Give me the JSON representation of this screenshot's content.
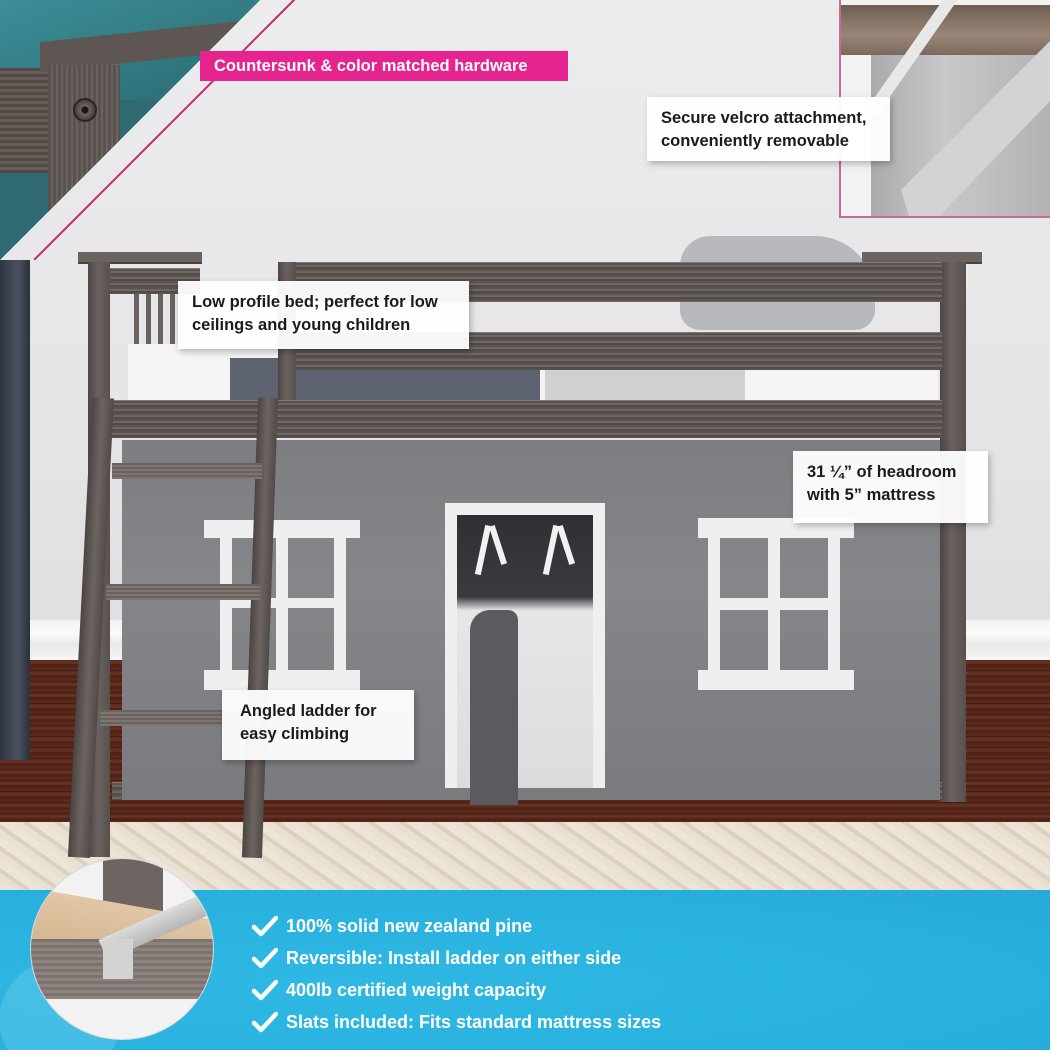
{
  "product": {
    "type": "low loft bed with curtain tent"
  },
  "callouts": {
    "hardware": "Countersunk & color matched hardware",
    "velcro_line1": "Secure velcro attachment,",
    "velcro_line2": "conveniently removable",
    "low_profile_line1": "Low profile bed; perfect for low",
    "low_profile_line2": "ceilings and young children",
    "headroom_line1": "31 ¼” of headroom",
    "headroom_line2": "with 5” mattress",
    "ladder_line1": "Angled ladder for",
    "ladder_line2": "easy climbing"
  },
  "features": {
    "items": [
      {
        "icon": "checkmark-icon",
        "label": "100% solid new zealand pine"
      },
      {
        "icon": "checkmark-icon",
        "label": "Reversible: Install ladder on either side"
      },
      {
        "icon": "checkmark-icon",
        "label": "400lb certified weight capacity"
      },
      {
        "icon": "checkmark-icon",
        "label": "Slats included: Fits standard mattress sizes"
      }
    ]
  },
  "colors": {
    "accent_pink": "#e5248f",
    "band_blue": "#2ab3e0",
    "frame_wood": "#625a57",
    "curtain_gray": "#808184",
    "trim_white": "#efeff0"
  }
}
